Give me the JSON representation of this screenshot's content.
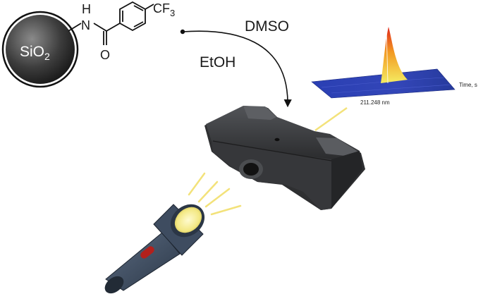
{
  "particle": {
    "label_main": "SiO",
    "label_sub": "2"
  },
  "molecule": {
    "nh_h": "H",
    "nh_n": "N",
    "carbonyl_o": "O",
    "cf3_main": "CF",
    "cf3_sub": "3"
  },
  "solvents": {
    "top": "DMSO",
    "bottom": "EtOH"
  },
  "spectrum": {
    "wavelength_label": "211.248 nm",
    "time_axis_label": "Time, s"
  },
  "colors": {
    "surface": "#2b3ea8",
    "peak_top": "#e8301e",
    "peak_mid": "#f39a22",
    "peak_low": "#f6e85a",
    "rays": "#f3e27a",
    "device": "#3a3b3d",
    "flashlight": "#3c4a5c"
  }
}
